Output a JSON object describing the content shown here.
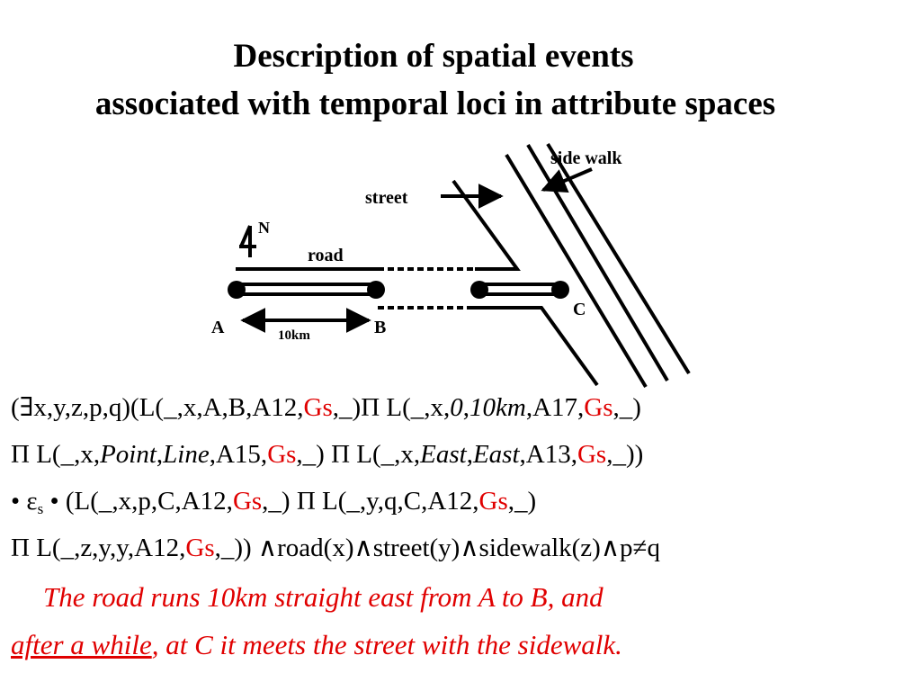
{
  "title": {
    "line1": "Description of spatial events",
    "line2": "associated with temporal loci in attribute spaces"
  },
  "diagram": {
    "labels": {
      "sidewalk": "side walk",
      "street": "street",
      "road": "road",
      "north": "N",
      "a": "A",
      "b": "B",
      "c": "C",
      "distance": "10km"
    },
    "icons": [
      "north-arrow-icon",
      "street-pointer-arrow-icon",
      "sidewalk-pointer-arrow-icon",
      "distance-double-arrow-icon"
    ]
  },
  "formula": {
    "line1": [
      "(∃x,y,z,p,q)(L(_,x,A,B,A12,",
      "Gs",
      ",_)Π L(_,x,",
      "0",
      ",",
      "10km",
      ",A17,",
      "Gs",
      ",_)"
    ],
    "line2": [
      "Π L(_,x,",
      "Point",
      ",",
      "Line",
      ",A15,",
      "Gs",
      ",_) Π L(_,x,",
      "East",
      ",",
      "East",
      ",A13,",
      "Gs",
      ",_))"
    ],
    "line3": [
      "• ε",
      "s",
      " • (L(_,x,p,C,A12,",
      "Gs",
      ",_) Π L(_,y,q,C,A12,",
      "Gs",
      ",_)"
    ],
    "line4": [
      "Π L(_,z,y,y,A12,",
      "Gs",
      ",_)) ∧road(x)∧street(y)∧sidewalk(z)∧p≠q"
    ]
  },
  "caption": {
    "line1": "The road runs 10km straight east from A to B, and",
    "line2_underlined": "after a while",
    "line2_rest": ", at C it meets the street with the sidewalk."
  },
  "colors": {
    "text": "#000000",
    "accent": "#e00000",
    "background": "#ffffff"
  }
}
